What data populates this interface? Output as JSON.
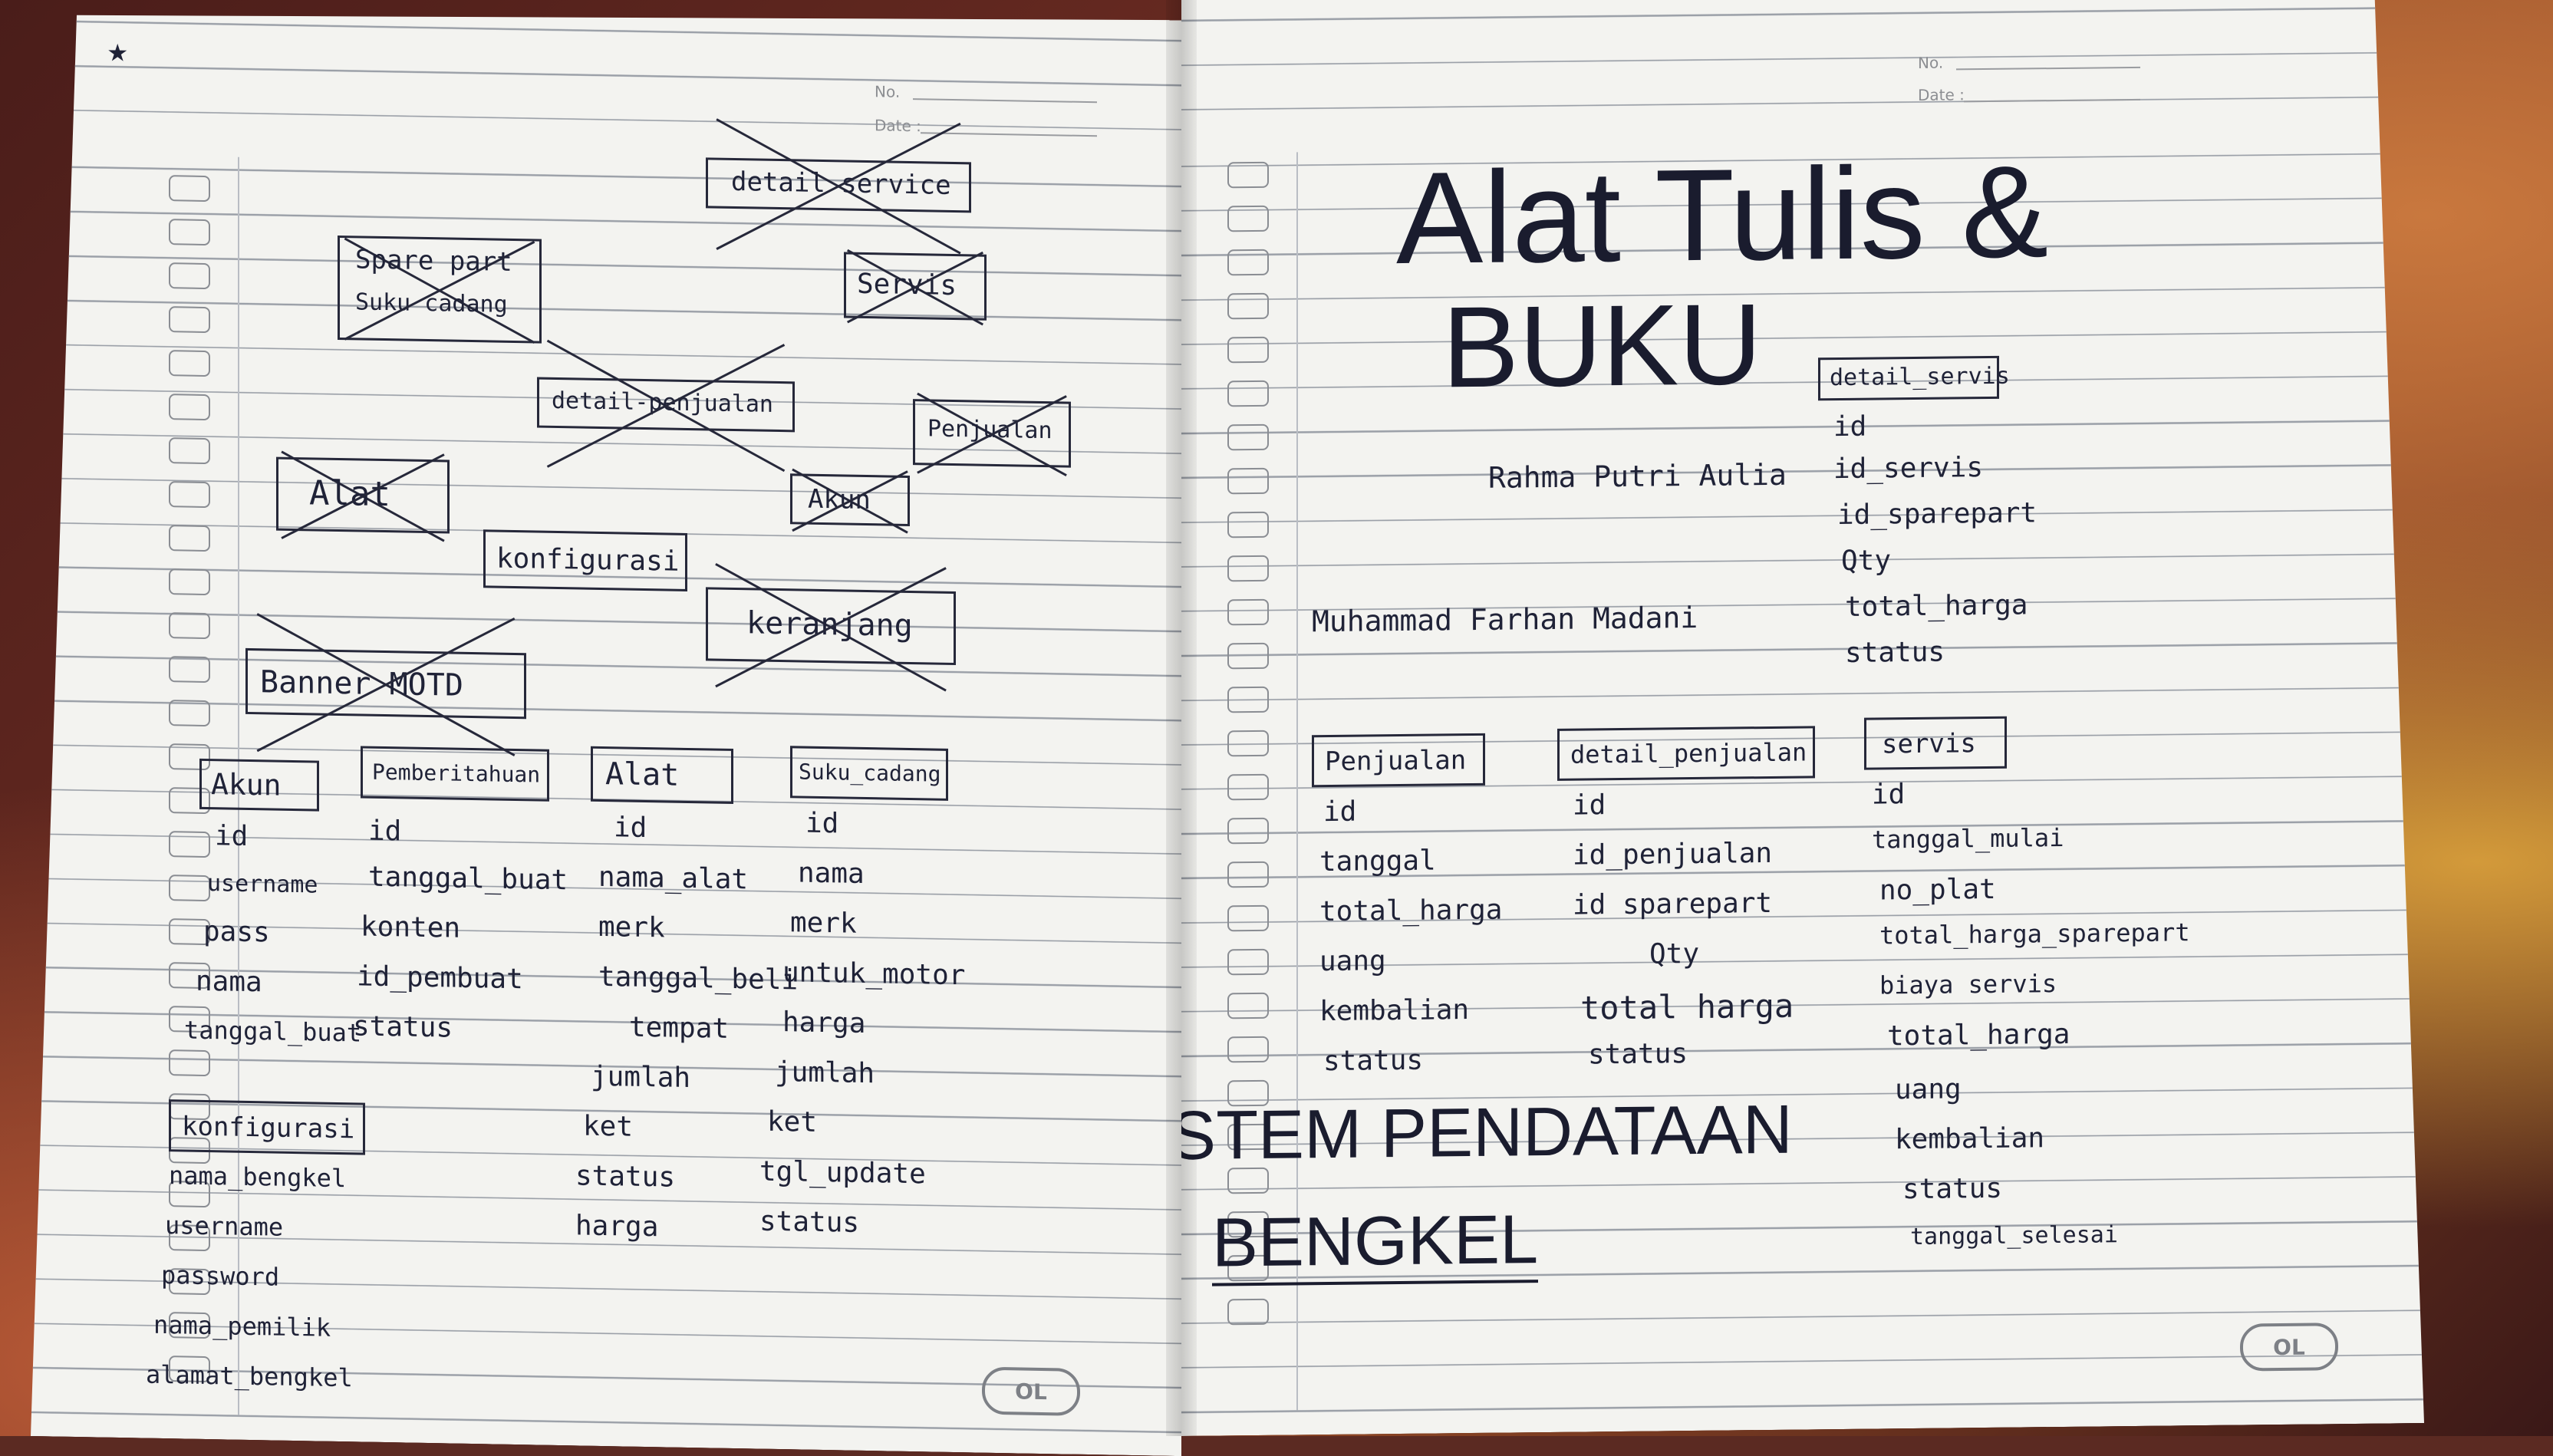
{
  "left_page": {
    "header": {
      "no_label": "No.",
      "date_label": "Date :"
    },
    "star": "★",
    "crossed_boxes": [
      "detail service",
      "Spare part",
      "Suku cadang",
      "Servis",
      "detail-penjualan",
      "Penjualan",
      "Alat",
      "Akun",
      "konfigurasi",
      "keranjang",
      "Banner MOTD"
    ],
    "akun": {
      "title": "Akun",
      "fields": [
        "id",
        "username",
        "pass",
        "nama",
        "tanggal_buat"
      ]
    },
    "pemberitahuan": {
      "title": "Pemberitahuan",
      "fields": [
        "id",
        "tanggal_buat",
        "konten",
        "id_pembuat",
        "status"
      ]
    },
    "alat": {
      "title": "Alat",
      "fields": [
        "id",
        "nama_alat",
        "merk",
        "tanggal_beli",
        "tempat",
        "jumlah",
        "ket",
        "status",
        "harga"
      ]
    },
    "suku_cadang": {
      "title": "Suku_cadang",
      "fields": [
        "id",
        "nama",
        "merk",
        "untuk_motor",
        "harga",
        "jumlah",
        "ket",
        "tgl_update",
        "status"
      ]
    },
    "konfigurasi": {
      "title": "konfigurasi",
      "fields": [
        "nama_bengkel",
        "username",
        "password",
        "nama_pemilik",
        "alamat_bengkel"
      ]
    },
    "logo": "OL"
  },
  "right_page": {
    "header": {
      "no_label": "No.",
      "date_label": "Date :"
    },
    "title_line1": "Alat Tulis &",
    "title_line2": "BUKU",
    "author1": "Rahma Putri Aulia",
    "author2": "Muhammad Farhan Madani",
    "detail_servis": {
      "title": "detail_servis",
      "fields": [
        "id",
        "id_servis",
        "id_sparepart",
        "Qty",
        "total_harga",
        "status"
      ]
    },
    "penjualan": {
      "title": "Penjualan",
      "fields": [
        "id",
        "tanggal",
        "total_harga",
        "uang",
        "kembalian",
        "status"
      ]
    },
    "detail_penjualan": {
      "title": "detail_penjualan",
      "fields": [
        "id",
        "id_penjualan",
        "id sparepart",
        "Qty",
        "total harga",
        "status"
      ]
    },
    "servis": {
      "title": "servis",
      "fields": [
        "id",
        "tanggal_mulai",
        "no_plat",
        "total_harga_sparepart",
        "biaya servis",
        "total_harga",
        "uang",
        "kembalian",
        "status",
        "tanggal_selesai"
      ]
    },
    "system_title_1": "SISTEM PENDATAAN",
    "system_title_2": "BENGKEL",
    "logo": "OL"
  }
}
